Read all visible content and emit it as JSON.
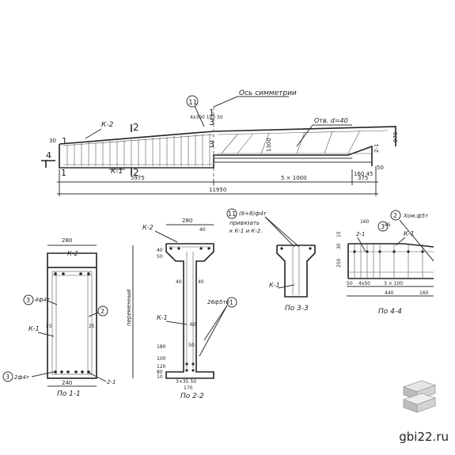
{
  "elevation": {
    "symmetry_axis": "Ось симметрии",
    "opening_note": "Отв. d=40",
    "mark_k2": "К-2",
    "mark_k1": "К-1",
    "ref_11": "11",
    "section_1": "1",
    "section_2": "2",
    "section_3": "3",
    "section_4": "4",
    "dim_30": "30",
    "dim_pitch": "4x300 100 50",
    "dim_1300": "1300",
    "dim_970": "970",
    "dim_160_45": "160 45",
    "dim_50": "50",
    "dim_5975": "5975",
    "dim_5x1000": "5 × 1000",
    "dim_375": "375",
    "dim_total": "11950",
    "dim_2_1": "2-1"
  },
  "section_1_1": {
    "title": "По 1-1",
    "width_top": "280",
    "width_bottom": "240",
    "mark_k2": "К-2",
    "mark_k1": "К-1",
    "dim_25_left": "25",
    "dim_25_right": "25",
    "callout_3": "3",
    "bar_3": "4ф4т",
    "callout_2": "2",
    "callout_bottom": "3",
    "bar_bottom": "2ф4т",
    "mark_2_1": "2-1"
  },
  "section_2_2": {
    "title": "По 2-2",
    "width_top": "280",
    "dim_40": "40",
    "dim_40_web": "40",
    "dim_web": "40",
    "mark_k2": "К-2",
    "mark_k1": "К-1",
    "height_label": "переменный",
    "bars": "26ф5тп",
    "callout_1": "1",
    "dim_60": "60",
    "dim_50": "50",
    "dim_bottom": "3×35 50",
    "dim_170": "170",
    "dim_vertical": [
      "50",
      "40",
      "180",
      "100",
      "120",
      "80",
      "10"
    ]
  },
  "section_3_3": {
    "title": "По 3-3",
    "callout_11": "11",
    "bar_spec": "(6+6)ф4т",
    "note_line1": "привязать",
    "note_line2": "к К-1 и К-2.",
    "mark_k1": "К-1"
  },
  "section_4_4": {
    "title": "По 4-4",
    "callout_2": "2",
    "bar_spec": "Хом.ф5т",
    "dim_160": "160",
    "dim_45": "45",
    "mark_2_1": "2-1",
    "callout_3": "3",
    "mark_k1": "К-1",
    "dim_50": "50",
    "dim_4x50": "4х50",
    "dim_3x100": "3 × 100",
    "dim_160_bottom": "160",
    "dim_440": "440",
    "dim_left_15": "15",
    "dim_left_30": "30",
    "dim_left_250": "250"
  },
  "watermark": {
    "site": "gbi22.ru",
    "logo_icon": "stacked-slabs-icon"
  }
}
